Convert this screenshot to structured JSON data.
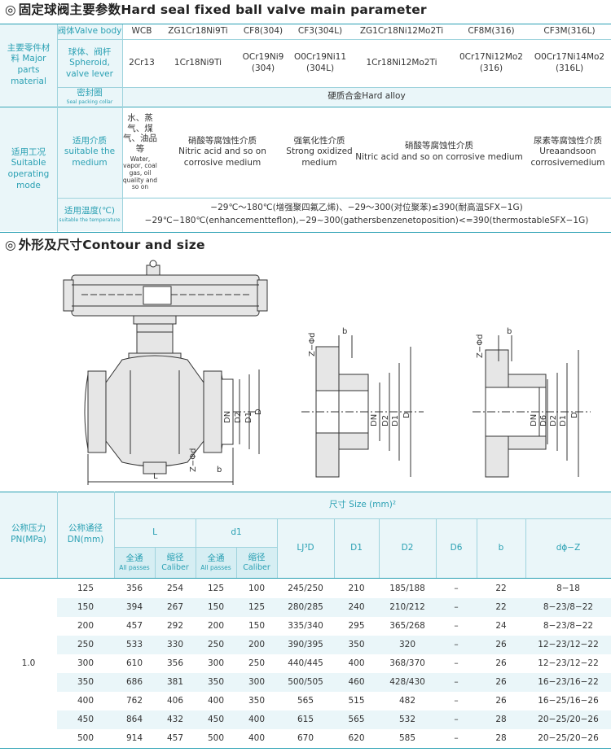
{
  "param_section": {
    "mark": "◎",
    "title": "固定球阀主要参数Hard seal fixed ball valve main parameter"
  },
  "param_table": {
    "materials_group": "主要零件材料 Major parts material",
    "body_label": "阀体Valve body",
    "sphere_label": "球体、阀杆 Spheroid, valve lever",
    "seal_label": "密封圈",
    "seal_label_en": "Seal packing collar",
    "body_materials": [
      "WCB",
      "ZG1Cr18Ni9Ti",
      "CF8(304)",
      "CF3(304L)",
      "ZG1Cr18Ni12Mo2Ti",
      "CF8M(316)",
      "CF3M(316L)"
    ],
    "sphere_materials": [
      "2Cr13",
      "1Cr18Ni9Ti",
      "OCr19Ni9 (304)",
      "O0Cr19Ni11 (304L)",
      "1Cr18Ni12Mo2Ti",
      "0Cr17Ni12Mo2 (316)",
      "O0Cr17Ni14Mo2 (316L)"
    ],
    "seal_material": "硬质合金Hard alloy",
    "condition_group": "适用工况 Suitable operating mode",
    "medium_label": "适用介质 suitable the medium",
    "media": [
      {
        "zh": "水、蒸气、煤气、油品等",
        "en": "Water, vapor, coal gas, oil quality and so on"
      },
      {
        "zh": "硝酸等腐蚀性介质",
        "en": "Nitric acid and so on corrosive medium"
      },
      {
        "zh": "强氧化性介质",
        "en": "Strong oxidized medium"
      },
      {
        "zh": "硝酸等腐蚀性介质",
        "en": "Nitric acid and so on corrosive medium"
      },
      {
        "zh": "尿素等腐蚀性介质",
        "en": "Ureaandsoon corrosivemedium"
      }
    ],
    "temp_label": "适用温度(℃)",
    "temp_label_en": "suitable the temperature",
    "temp_zh": "−29℃～180℃(增强聚四氟乙烯)、−29～300(对位聚苯)≤390(耐高温SFX−1G)",
    "temp_en": "−29℃−180℃(enhancementteflon),−29~300(gathersbenzenetoposition)<=390(thermostableSFX−1G)"
  },
  "contour_section": {
    "mark": "◎",
    "title": "外形及尺寸Contour and size"
  },
  "drawing_labels": {
    "L": "L",
    "b": "b",
    "Z_phi_d": "Z−Φd",
    "DN": "DN",
    "D2": "D2",
    "D1": "D1",
    "D": "D",
    "D6": "D6"
  },
  "size_table": {
    "pn_header": "公称压力 PN(MPa)",
    "dn_header": "公称通径 DN(mm)",
    "size_header": "尺寸 Size (mm)²",
    "col_L": "L",
    "col_d1": "d1",
    "col_LD": "LJ³D",
    "col_D1": "D1",
    "col_D2": "D2",
    "col_D6": "D6",
    "col_b": "b",
    "col_z": "dϕ−Z",
    "full_zh": "全通",
    "full_en": "All passes",
    "reduced_zh": "缩径",
    "reduced_en": "Caliber",
    "pn_value": "1.0",
    "rows": [
      [
        "125",
        "356",
        "254",
        "125",
        "100",
        "245/250",
        "210",
        "185/188",
        "–",
        "22",
        "8−18"
      ],
      [
        "150",
        "394",
        "267",
        "150",
        "125",
        "280/285",
        "240",
        "210/212",
        "–",
        "22",
        "8−23/8−22"
      ],
      [
        "200",
        "457",
        "292",
        "200",
        "150",
        "335/340",
        "295",
        "365/268",
        "–",
        "24",
        "8−23/8−22"
      ],
      [
        "250",
        "533",
        "330",
        "250",
        "200",
        "390/395",
        "350",
        "320",
        "–",
        "26",
        "12−23/12−22"
      ],
      [
        "300",
        "610",
        "356",
        "300",
        "250",
        "440/445",
        "400",
        "368/370",
        "–",
        "26",
        "12−23/12−22"
      ],
      [
        "350",
        "686",
        "381",
        "350",
        "300",
        "500/505",
        "460",
        "428/430",
        "–",
        "26",
        "16−23/16−22"
      ],
      [
        "400",
        "762",
        "406",
        "400",
        "350",
        "565",
        "515",
        "482",
        "–",
        "26",
        "16−25/16−26"
      ],
      [
        "450",
        "864",
        "432",
        "450",
        "400",
        "615",
        "565",
        "532",
        "–",
        "28",
        "20−25/20−26"
      ],
      [
        "500",
        "914",
        "457",
        "500",
        "400",
        "670",
        "620",
        "585",
        "–",
        "28",
        "20−25/20−26"
      ]
    ]
  }
}
